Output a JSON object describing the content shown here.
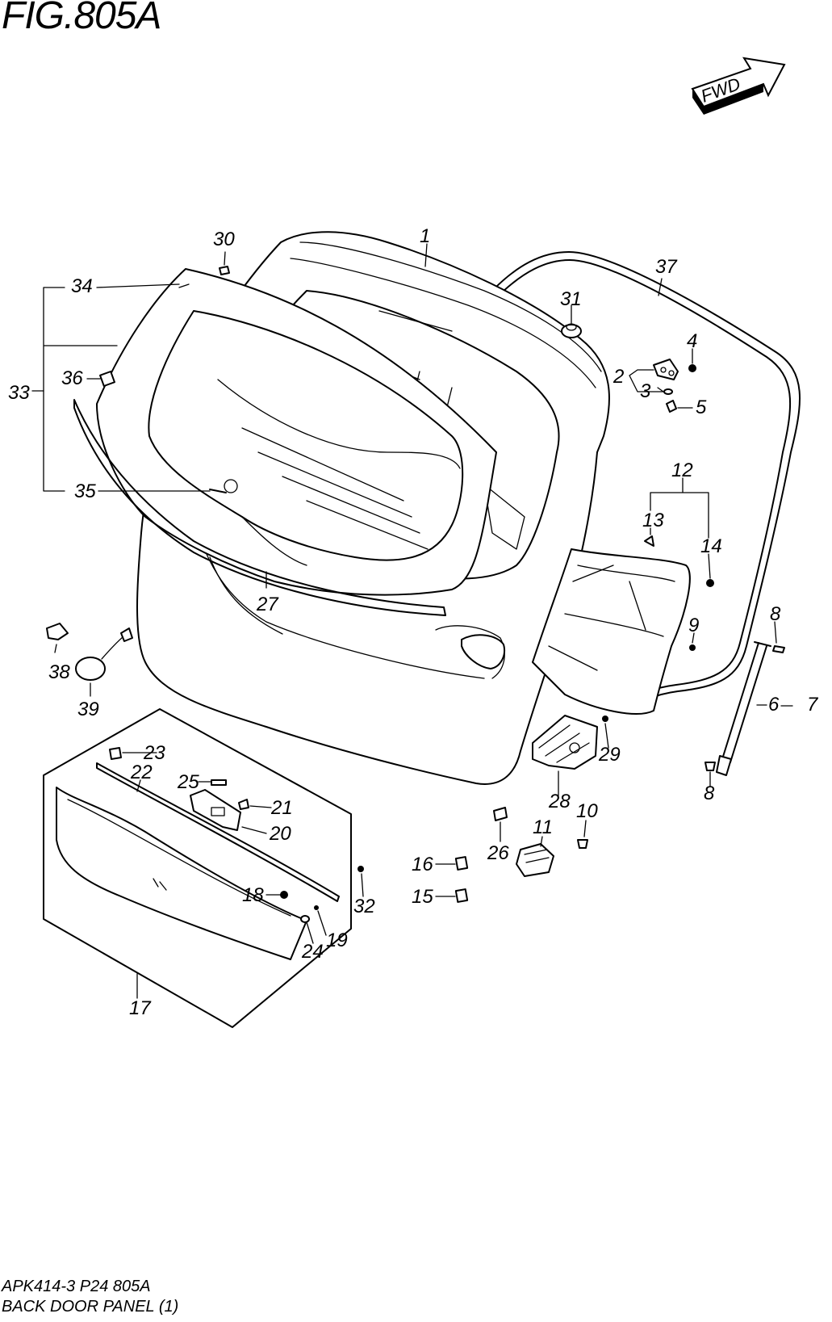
{
  "figure": {
    "title": "FIG.805A",
    "drawing_code": "APK414-3 P24 805A",
    "name": "BACK DOOR PANEL (1)"
  },
  "direction_arrow": {
    "label": "FWD"
  },
  "callouts": [
    "1",
    "2",
    "3",
    "4",
    "5",
    "6",
    "7",
    "8",
    "8",
    "9",
    "10",
    "11",
    "12",
    "13",
    "14",
    "15",
    "16",
    "17",
    "18",
    "19",
    "20",
    "21",
    "22",
    "23",
    "24",
    "25",
    "26",
    "27",
    "28",
    "29",
    "30",
    "31",
    "32",
    "33",
    "34",
    "35",
    "36",
    "37",
    "38",
    "39"
  ],
  "group_labels": {
    "back_door_glass_group": "33",
    "trim_group": "12",
    "strut_pair": "6-7"
  }
}
